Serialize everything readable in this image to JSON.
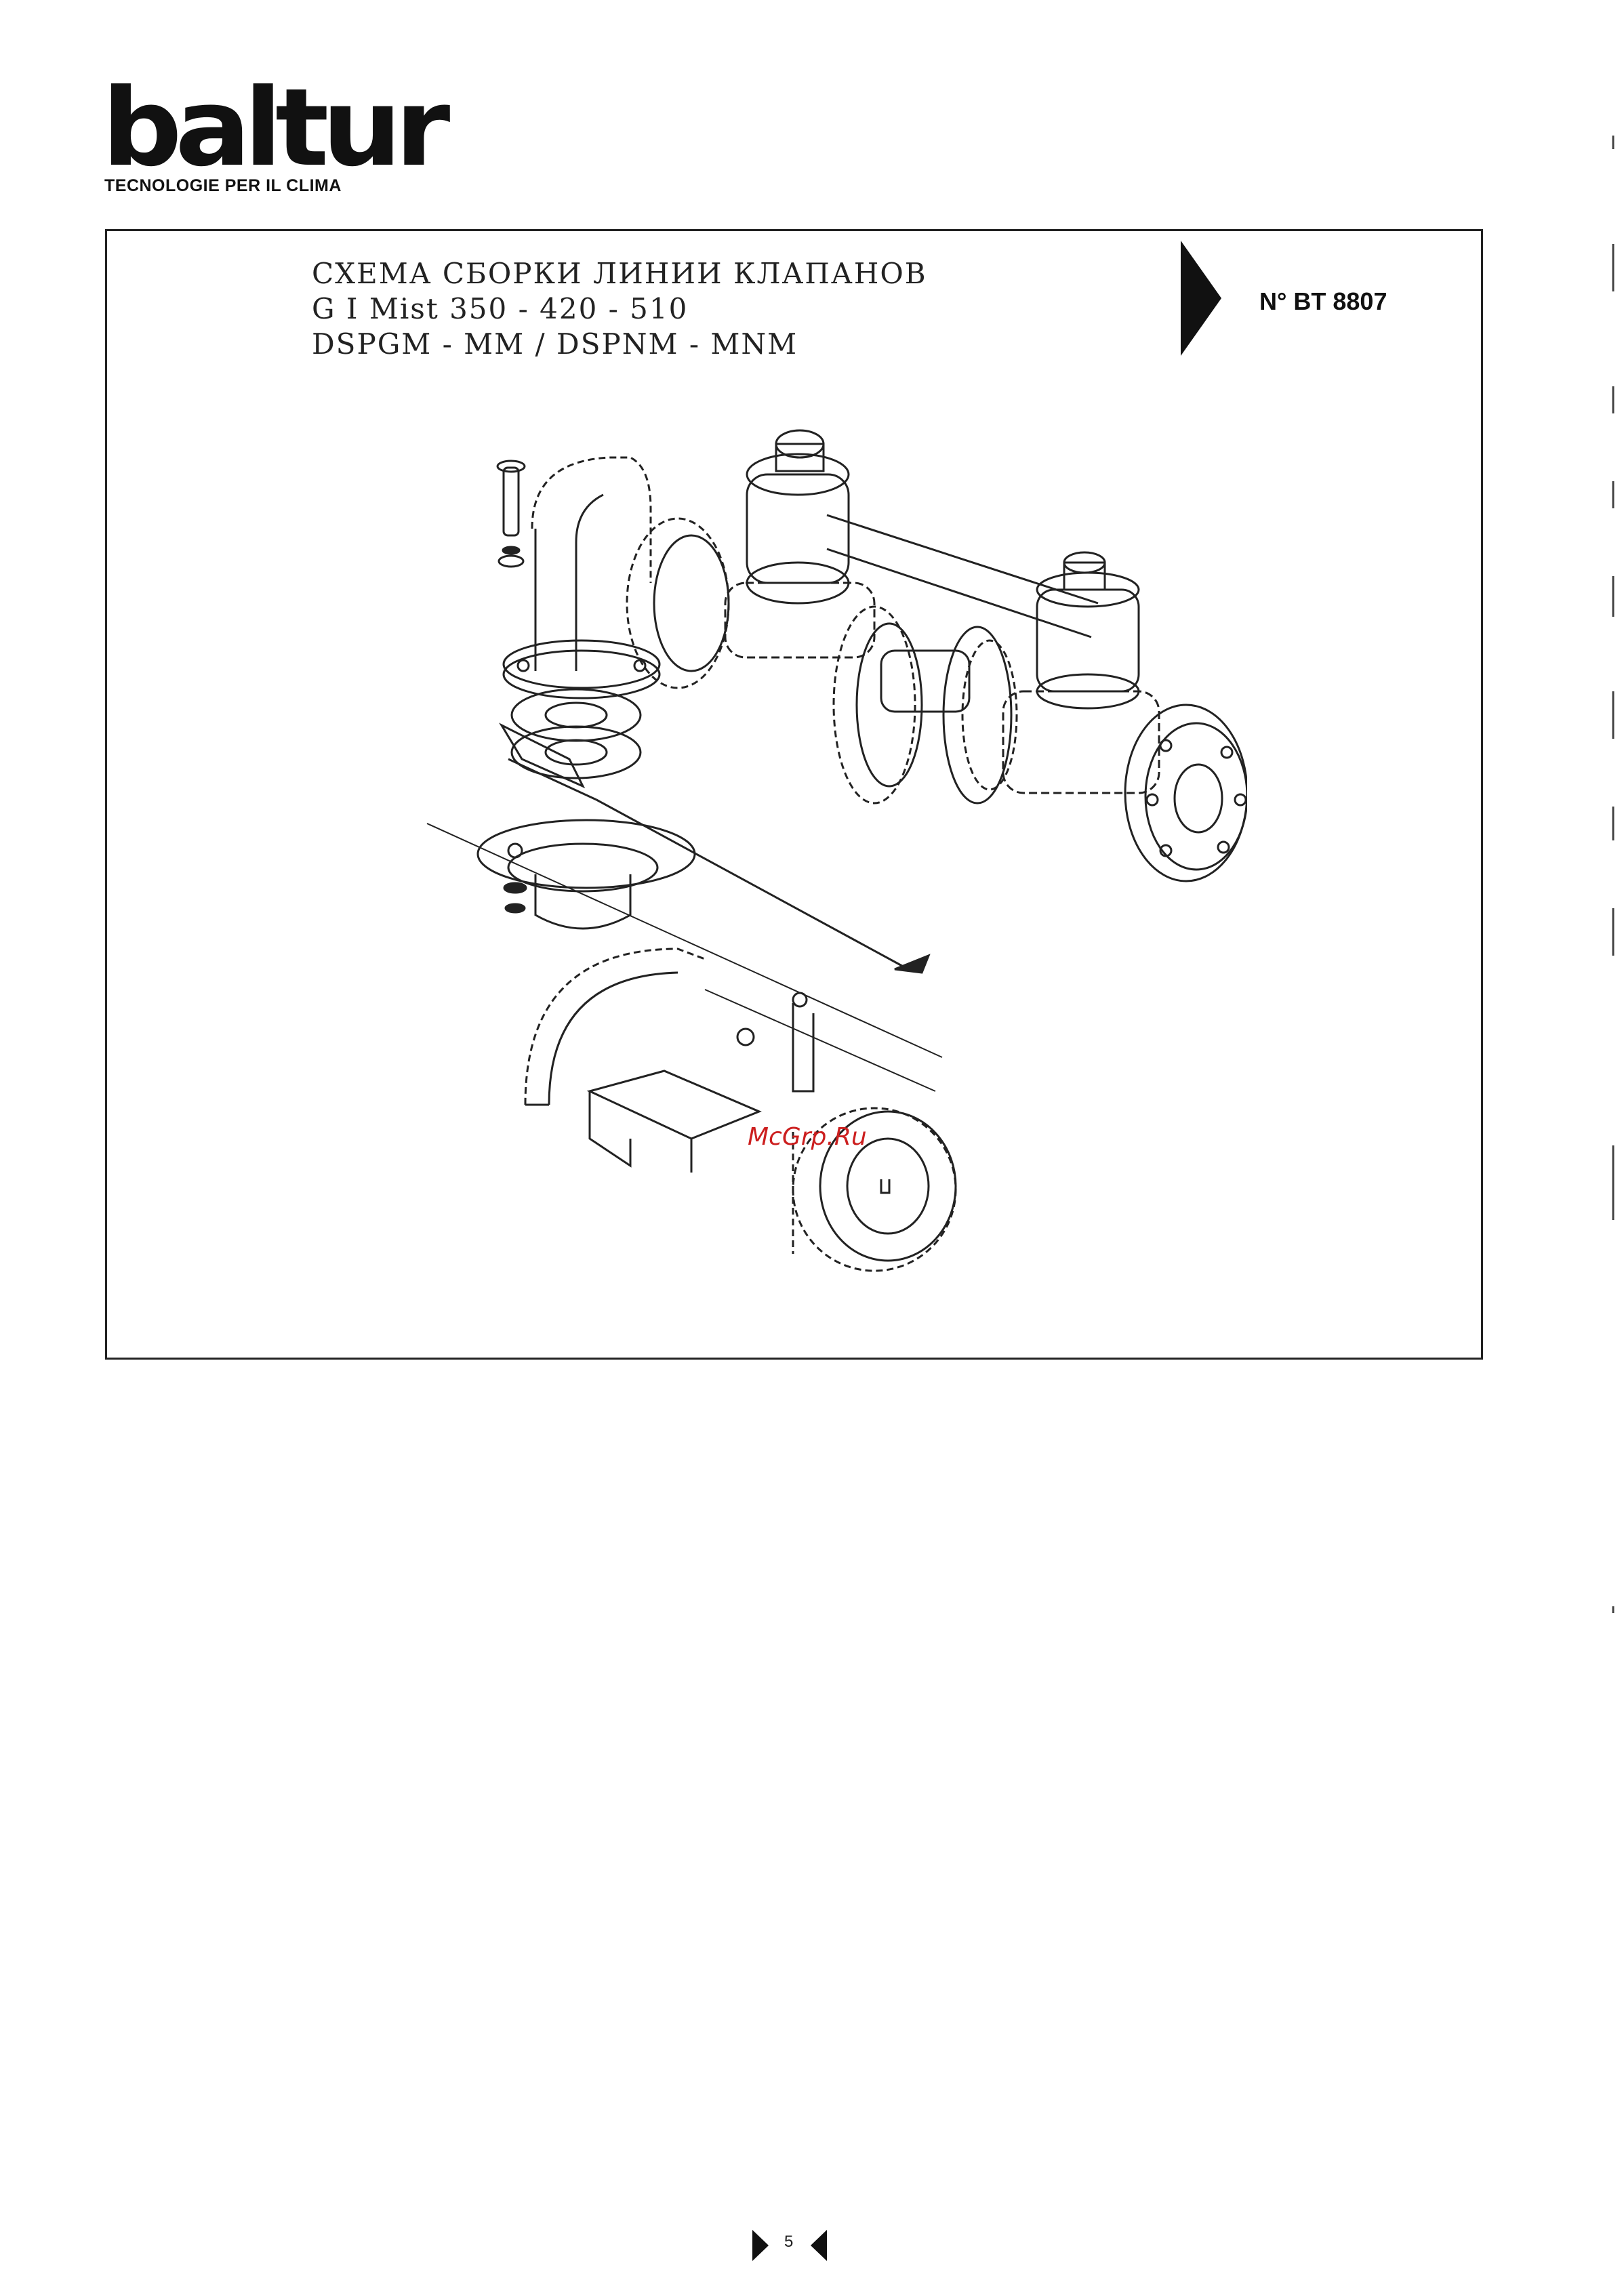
{
  "header": {
    "brand": "baltur",
    "tagline": "TECNOLOGIE PER IL CLIMA"
  },
  "document": {
    "title_line1": "СХЕМА СБОРКИ ЛИНИИ КЛАПАНОВ",
    "title_line2": "G I Mist 350 - 420 - 510",
    "title_line3": "DSPGM - MM / DSPNM - MNM",
    "number": "N° BT 8807"
  },
  "watermark": "McGrp.Ru",
  "footer": {
    "page": "5"
  },
  "colors": {
    "ink": "#111111",
    "watermark": "#cc1f1f",
    "background": "#ffffff"
  }
}
